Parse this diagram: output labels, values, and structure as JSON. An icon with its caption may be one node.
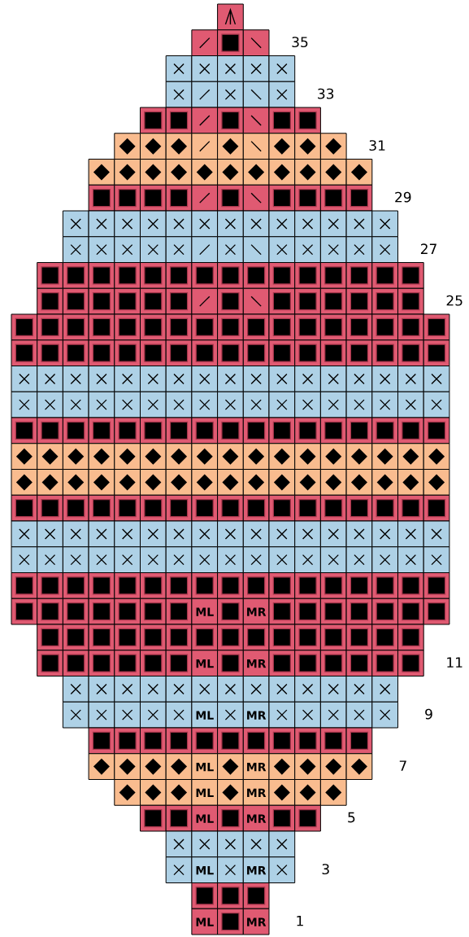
{
  "diagram": {
    "labels": [
      "35",
      "33",
      "31",
      "29",
      "27",
      "25",
      "ML",
      "MR",
      "ML",
      "MR",
      "11",
      "ML",
      "MR",
      "9",
      "ML",
      "MR",
      "7",
      "ML",
      "MR",
      "ML",
      "MR",
      "5",
      "ML",
      "MR",
      "3",
      "ML",
      "MR",
      "1"
    ]
  }
}
